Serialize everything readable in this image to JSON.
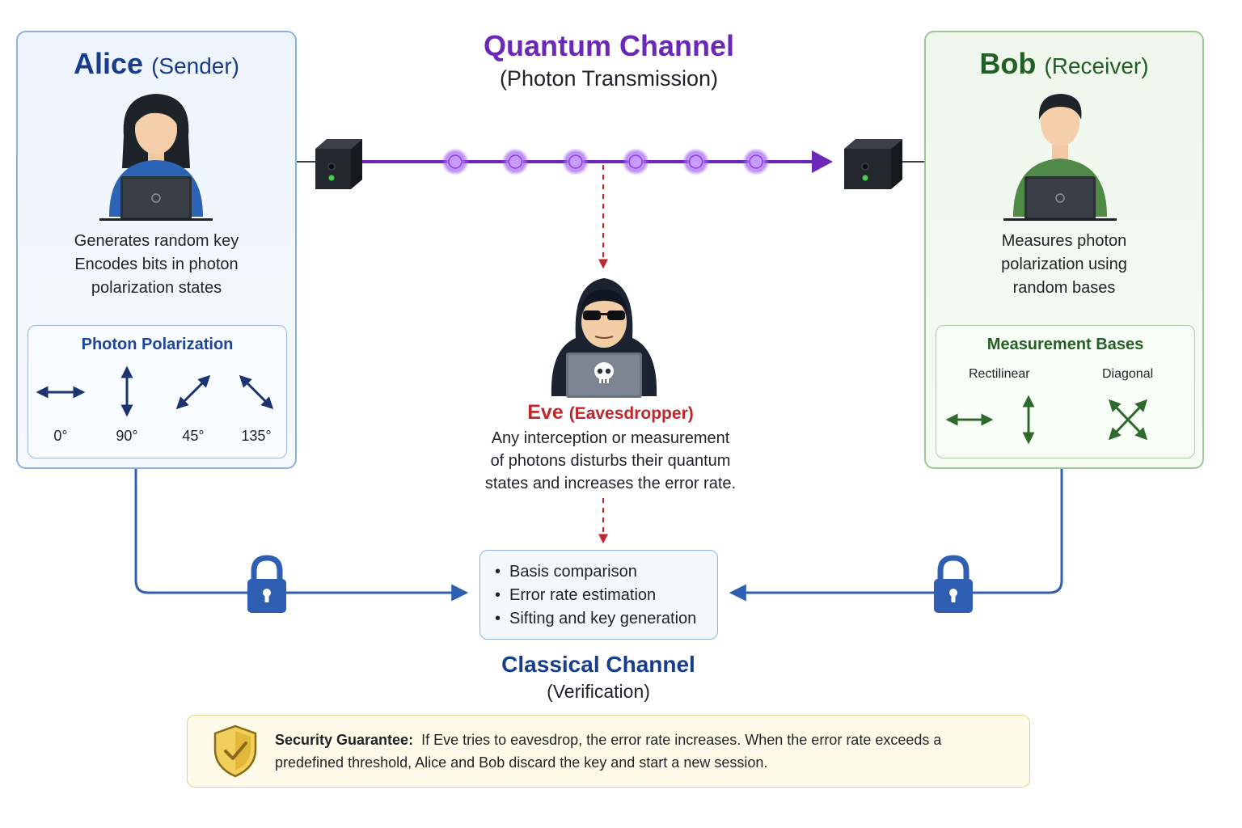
{
  "alice": {
    "name": "Alice",
    "role": "(Sender)",
    "description": [
      "Generates random key",
      "Encodes bits in photon",
      "polarization states"
    ],
    "polarization": {
      "title": "Photon Polarization",
      "angles": [
        "0°",
        "90°",
        "45°",
        "135°"
      ]
    }
  },
  "bob": {
    "name": "Bob",
    "role": "(Receiver)",
    "description": [
      "Measures photon",
      "polarization using",
      "random bases"
    ],
    "bases": {
      "title": "Measurement Bases",
      "labels": [
        "Rectilinear",
        "Diagonal"
      ]
    }
  },
  "quantum_channel": {
    "title": "Quantum Channel",
    "subtitle": "(Photon Transmission)",
    "photon_count": 6
  },
  "eve": {
    "name": "Eve",
    "role": "(Eavesdropper)",
    "description": [
      "Any interception or measurement",
      "of photons disturbs their quantum",
      "states and increases the error rate."
    ]
  },
  "classical_channel": {
    "steps": [
      "Basis comparison",
      "Error rate estimation",
      "Sifting and key generation"
    ],
    "title": "Classical Channel",
    "subtitle": "(Verification)"
  },
  "security": {
    "label": "Security Guarantee:",
    "text": "If Eve tries to eavesdrop, the error rate increases. When the error rate exceeds a predefined threshold, Alice and Bob discard the key and start a new session."
  },
  "colors": {
    "alice_accent": "#183c8c",
    "bob_accent": "#225f24",
    "quantum_purple": "#6a27b8",
    "eve_red": "#c0272d",
    "classical_blue": "#2f5fb3",
    "security_gold": "#e8c24a"
  }
}
